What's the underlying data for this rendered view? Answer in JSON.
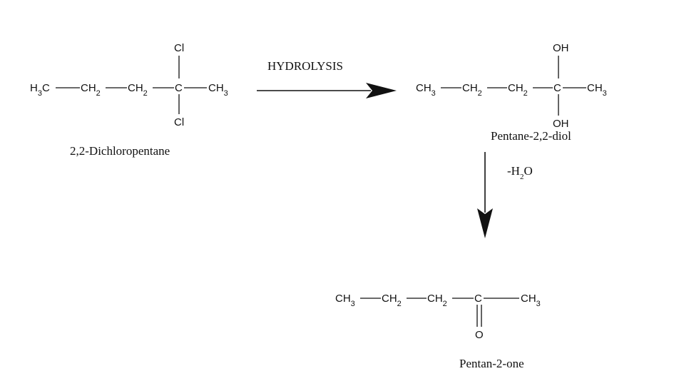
{
  "reactant": {
    "name": "2,2-Dichloropentane",
    "chain": [
      "H3C",
      "CH2",
      "CH2",
      "C",
      "CH3"
    ],
    "substituent_top": "Cl",
    "substituent_bottom": "Cl"
  },
  "step1": {
    "label": "HYDROLYSIS"
  },
  "intermediate": {
    "name": "Pentane-2,2-diol",
    "chain": [
      "CH3",
      "CH2",
      "CH2",
      "C",
      "CH3"
    ],
    "substituent_top": "OH",
    "substituent_bottom": "OH"
  },
  "step2": {
    "label": "-H2O"
  },
  "product": {
    "name": "Pentan-2-one",
    "chain": [
      "CH3",
      "CH2",
      "CH2",
      "C",
      "CH3"
    ],
    "substituent_bottom": "O"
  }
}
